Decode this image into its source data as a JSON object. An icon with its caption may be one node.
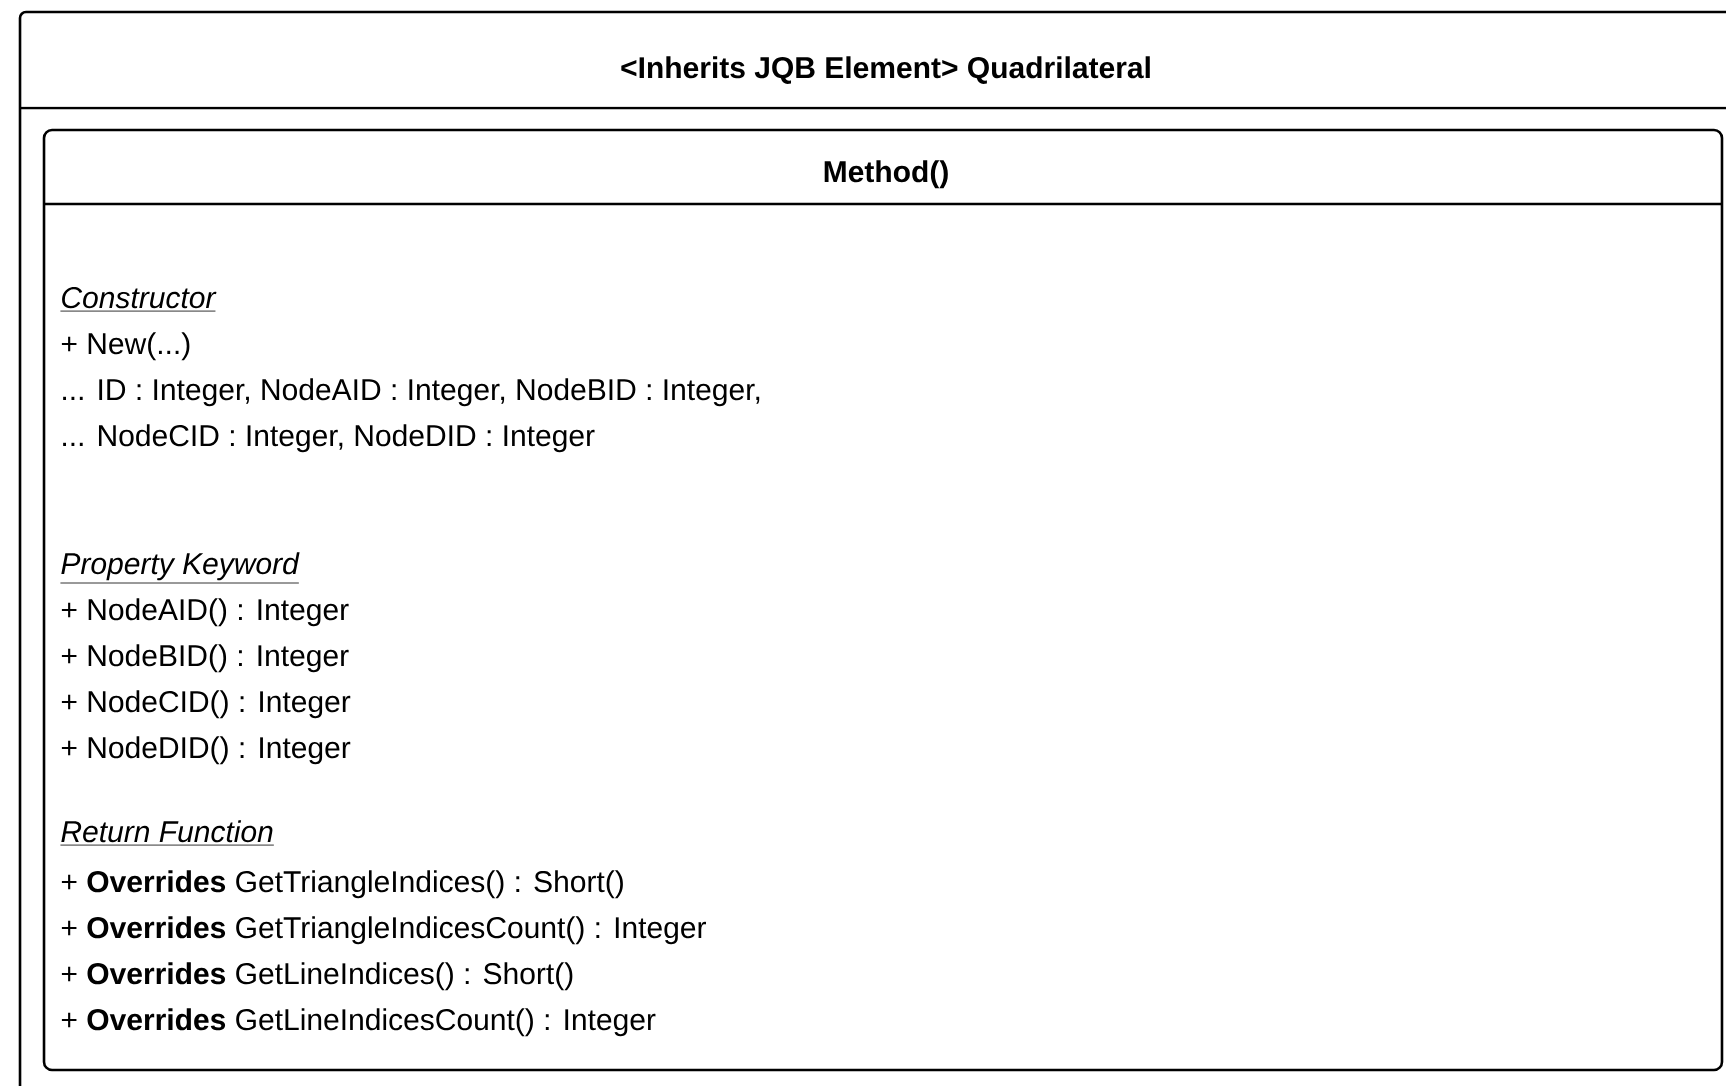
{
  "diagram": {
    "nodes": [
      {
        "text": [
          "<Inherits JQB Element> Quadrilateral"
        ]
      },
      {
        "text": [
          "Method()",
          "Constructor",
          "+ New(...)",
          "... ID : Integer, NodeAID : Integer, NodeBID : Integer,",
          "... NodeCID : Integer, NodeDID : Integer",
          "Property Keyword",
          "+ NodeAID() : Integer",
          "+ NodeBID() : Integer",
          "+ NodeCID() : Integer",
          "+ NodeDID() : Integer",
          "Return Function",
          "+ **Overrides** GetTriangleIndices() : Short()",
          "+ **Overrides** GetTriangleIndicesCount() : Integer",
          "+ **Overrides** GetLineIndices() : Short()",
          "+ **Overrides** GetLineIndicesCount() : Integer"
        ],
        "in": 0
      }
    ]
  }
}
